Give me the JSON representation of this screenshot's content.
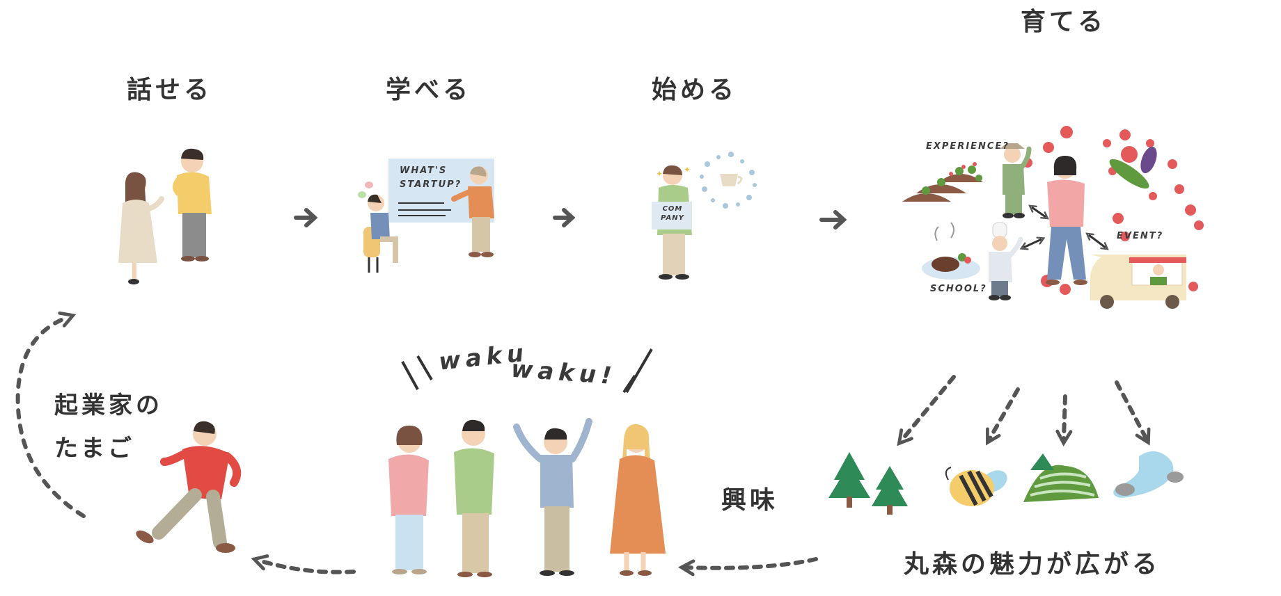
{
  "stages": {
    "talk": "話せる",
    "learn": "学べる",
    "start": "始める",
    "grow": "育てる"
  },
  "board": {
    "line1": "WHAT'S",
    "line2": "STARTUP?"
  },
  "sign": {
    "line1": "COM",
    "line2": "PANY"
  },
  "grow_labels": {
    "experience": "EXPERIENCE?",
    "event": "EVENT?",
    "school": "SCHOOL?"
  },
  "bottom": {
    "entrepreneur_line1": "起業家の",
    "entrepreneur_line2": "たまご",
    "waku1": "waku",
    "waku2": "waku!",
    "interest": "興味",
    "spread": "丸森の魅力が広がる"
  },
  "colors": {
    "ink": "#333333",
    "arrow": "#555555",
    "skin": "#f3d2b6",
    "hair": "#3b2f2a",
    "board": "#d6e7f3",
    "red_dots": "#e45a5a",
    "truck": "#f5e6c4"
  },
  "icons": [
    "tree-icon",
    "bee-icon",
    "terraced-hill-icon",
    "river-icon",
    "coffee-cup-icon"
  ]
}
